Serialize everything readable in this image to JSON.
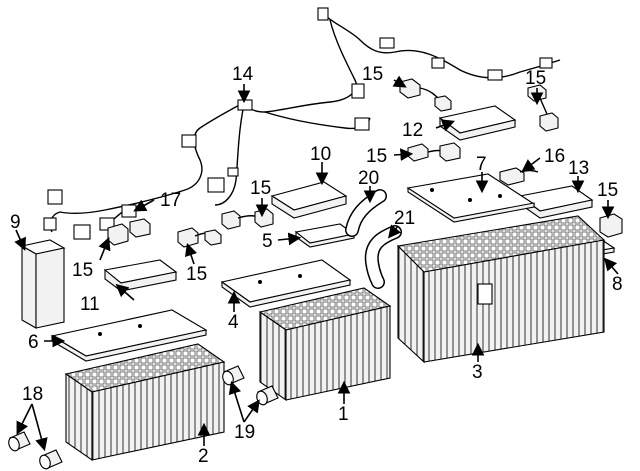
{
  "diagram": {
    "callouts": [
      {
        "id": "c1",
        "label": "1"
      },
      {
        "id": "c2",
        "label": "2"
      },
      {
        "id": "c3",
        "label": "3"
      },
      {
        "id": "c4",
        "label": "4"
      },
      {
        "id": "c5",
        "label": "5"
      },
      {
        "id": "c6",
        "label": "6"
      },
      {
        "id": "c7",
        "label": "7"
      },
      {
        "id": "c8",
        "label": "8"
      },
      {
        "id": "c9",
        "label": "9"
      },
      {
        "id": "c10",
        "label": "10"
      },
      {
        "id": "c11",
        "label": "11"
      },
      {
        "id": "c12",
        "label": "12"
      },
      {
        "id": "c13",
        "label": "13"
      },
      {
        "id": "c14",
        "label": "14"
      },
      {
        "id": "c15a",
        "label": "15"
      },
      {
        "id": "c15b",
        "label": "15"
      },
      {
        "id": "c15c",
        "label": "15"
      },
      {
        "id": "c15d",
        "label": "15"
      },
      {
        "id": "c15e",
        "label": "15"
      },
      {
        "id": "c15f",
        "label": "15"
      },
      {
        "id": "c15g",
        "label": "15"
      },
      {
        "id": "c16",
        "label": "16"
      },
      {
        "id": "c17",
        "label": "17"
      },
      {
        "id": "c18",
        "label": "18"
      },
      {
        "id": "c19",
        "label": "19"
      },
      {
        "id": "c20",
        "label": "20"
      },
      {
        "id": "c21",
        "label": "21"
      }
    ]
  }
}
